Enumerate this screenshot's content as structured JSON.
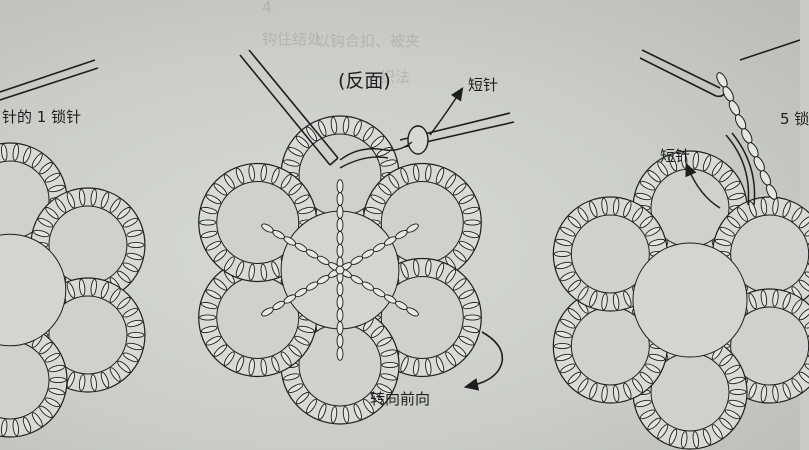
{
  "labels": {
    "left_chain_note": "针的 1 锁针",
    "reverse_side": "(反面)",
    "center_single_crochet": "短针",
    "turn_to_front": "转向前向",
    "right_single_crochet": "短针",
    "right_chain_note": "5 锁"
  },
  "ghost_text": {
    "line1": "4",
    "line2": "以钩合扣、被夹",
    "line3": "钩住结处",
    "line4": "织法"
  },
  "colors": {
    "paper": "#cbcec8",
    "ink": "#1e1e1e",
    "ghost": "#a9aca6"
  }
}
